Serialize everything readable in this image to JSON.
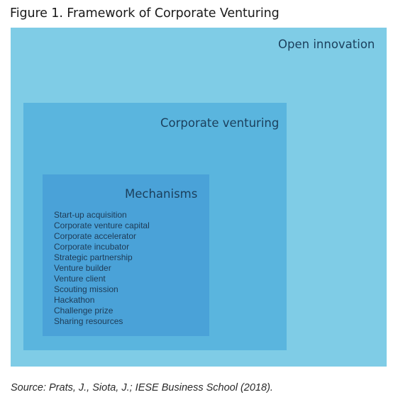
{
  "figure": {
    "title": "Figure 1. Framework of Corporate Venturing",
    "source": "Source: Prats, J., Siota, J.; IESE Business School (2018)."
  },
  "diagram": {
    "outer_label": "Open innovation",
    "middle_label": "Corporate venturing",
    "inner_label": "Mechanisms",
    "mechanisms": [
      "Start-up acquisition",
      "Corporate venture capital",
      "Corporate accelerator",
      "Corporate incubator",
      "Strategic partnership",
      "Venture builder",
      "Venture client",
      "Scouting mission",
      "Hackathon",
      "Challenge prize",
      "Sharing resources"
    ],
    "colors": {
      "outer": "#7fcce6",
      "middle": "#5ab5de",
      "inner": "#4aa2d8",
      "label_text": "#1b3f5c"
    }
  }
}
